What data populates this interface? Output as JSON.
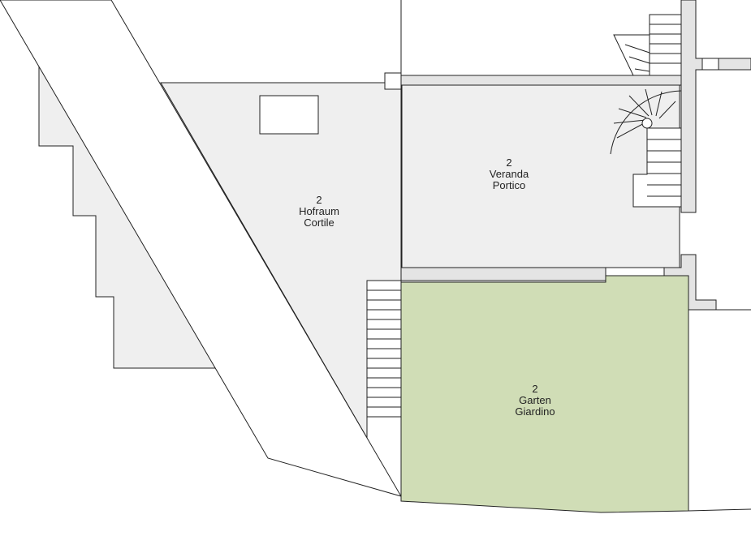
{
  "colors": {
    "floor_grey": "#efefef",
    "garden_green": "#d0ddb6",
    "line": "#222222",
    "wall_fill": "#e4e4e4",
    "background": "#ffffff"
  },
  "rooms": [
    {
      "id": "hofraum",
      "number": "2",
      "name_de": "Hofraum",
      "name_it": "Cortile"
    },
    {
      "id": "veranda",
      "number": "2",
      "name_de": "Veranda",
      "name_it": "Portico"
    },
    {
      "id": "garten",
      "number": "2",
      "name_de": "Garten",
      "name_it": "Giardino"
    }
  ]
}
